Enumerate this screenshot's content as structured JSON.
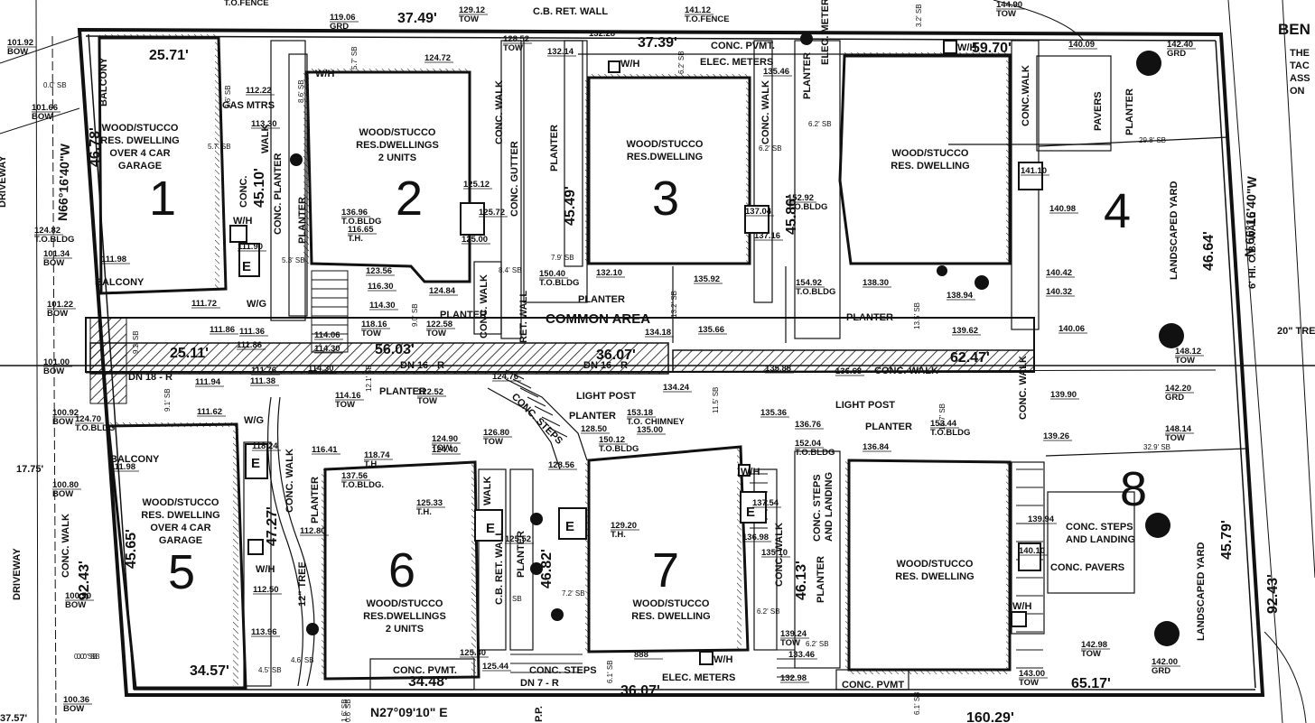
{
  "corner": {
    "title": "BEN",
    "lines": [
      "THE",
      "TAC",
      "ASS",
      "ON"
    ]
  },
  "lots": [
    "1",
    "2",
    "3",
    "4",
    "5",
    "6",
    "7",
    "8"
  ],
  "buildings": {
    "b1": [
      "WOOD/STUCCO",
      "RES. DWELLING",
      "OVER 4 CAR",
      "GARAGE"
    ],
    "b2": [
      "WOOD/STUCCO",
      "RES.DWELLINGS",
      "2 UNITS"
    ],
    "b3": [
      "WOOD/STUCCO",
      "RES.DWELLING"
    ],
    "b4": [
      "WOOD/STUCCO",
      "RES. DWELLING"
    ],
    "b5": [
      "WOOD/STUCCO",
      "RES. DWELLING",
      "OVER 4 CAR",
      "GARAGE"
    ],
    "b6": [
      "WOOD/STUCCO",
      "RES.DWELLINGS",
      "2 UNITS"
    ],
    "b7": [
      "WOOD/STUCCO",
      "RES. DWELLING"
    ],
    "b8": [
      "WOOD/STUCCO",
      "RES. DWELLING"
    ]
  },
  "labels": {
    "balcony": "BALCONY",
    "driveway": "DRIVEWAY",
    "common_area": "COMMON AREA",
    "light_post": "LIGHT POST",
    "planter": "PLANTER",
    "conc_walk": "CONC. WALK",
    "conc_walk2": "CONC.WALK",
    "walk": "WALK",
    "conc_gutter": "CONC. GUTTER",
    "conc_pvmt": "CONC. PVMT.",
    "conc_pvmt2": "CONC. PVMT",
    "pavers": "PAVERS",
    "conc_pavers": "CONC. PAVERS",
    "conc_steps_landing": "CONC. STEPS AND LANDING",
    "conc_steps": "CONC. STEPS",
    "conc_steps_v": "CONC. STEPS",
    "landscaped_yard": "LANDSCAPED YARD",
    "elec_meters": "ELEC. METERS",
    "elec_meters2": "ELEC. METERS",
    "elec_meter_v": "ELEC. METER",
    "gas_mtrs": "GAS MTRS",
    "conc_planter": "CONC. PLANTER",
    "cb_ret_wall_top": "C.B. RET. WALL",
    "cb_ret_wall_v": "C.B. RET. WALL",
    "ret_wall_v": "RET. WALL",
    "wall_6": "6' HI. C.B. WALL",
    "tree_20": "20\" TREE",
    "tree_12": "12\" TREE",
    "tree": "TREE",
    "wh": "W/H",
    "wg": "W/G",
    "th": "T.H.",
    "e": "E",
    "conc": "CONC.",
    "conc_walk_steps": "CONC. STEPS",
    "dn18": "DN 18 - R",
    "dn16a": "DN 16 - R",
    "dn16b": "DN 16 - R",
    "dn7": "DN 7 - R",
    "and_landing": "AND LANDING",
    "landing": "LANDING"
  },
  "bearings": {
    "west": "N66°16'40\"W",
    "east": "N 66°16'40\"W",
    "south": "N27°09'10\" E"
  },
  "dims": {
    "d1": "25.71'",
    "d2": "46.78'",
    "d3": "45.10'",
    "d4": "37.49'",
    "d5": "37.39'",
    "d6": "45.49'",
    "d7": "45.86'",
    "d8": "59.70'",
    "d9": "46.64'",
    "d10": "25.11'",
    "d11": "62.47'",
    "d12": "45.65'",
    "d13": "92.43'",
    "d14": "47.27'",
    "d15": "34.57'",
    "d16": "34.48'",
    "d17": "46.82'",
    "d18": "36.07'",
    "d19": "46.13'",
    "d20": "65.17'",
    "d21": "45.79'",
    "d22": "92.43'",
    "d23": "160.29'",
    "d24": "17.75'",
    "d25": "37.57'",
    "d26": "36.07'",
    "d27": "56.03'"
  },
  "elevations": {
    "e1": [
      "119.06",
      "GRD"
    ],
    "e2": [
      "129.12",
      "TOW"
    ],
    "e3": [
      "141.12",
      "T.O.FENCE"
    ],
    "e4": [
      "144.90",
      "TOW"
    ],
    "e5": [
      "101.92",
      "BOW"
    ],
    "e6": [
      "101.66",
      "BOW"
    ],
    "e7": [
      "124.82",
      "T.O.BLDG"
    ],
    "e8": [
      "101.34",
      "BOW"
    ],
    "e9": [
      "101.22",
      "BOW"
    ],
    "e10": [
      "101.00",
      "BOW"
    ],
    "e11": [
      "100.92",
      "BOW"
    ],
    "e12": [
      "124.70",
      "T.O.BLDG"
    ],
    "e13": [
      "100.80",
      "BOW"
    ],
    "e14": [
      "100.50",
      "BOW"
    ],
    "e15": [
      "100.36",
      "BOW"
    ],
    "e16": [
      "128.52",
      "TOW"
    ],
    "e17": [
      "124.72"
    ],
    "e18": [
      "132.14"
    ],
    "e19": [
      "132.28"
    ],
    "e20": [
      "135.46"
    ],
    "e21": [
      "140.09"
    ],
    "e22": [
      "142.40",
      "GRD"
    ],
    "e23": [
      "112.22"
    ],
    "e24": [
      "113.30"
    ],
    "e25": [
      "136.96",
      "T.O.BLDG"
    ],
    "e26": [
      "116.65",
      "T.H."
    ],
    "e27": [
      "111.90"
    ],
    "e28": [
      "111.98"
    ],
    "e29": [
      "125.12"
    ],
    "e30": [
      "125.72"
    ],
    "e31": [
      "125.00"
    ],
    "e32": [
      "152.92",
      "T.O.BLDG"
    ],
    "e33": [
      "137.04"
    ],
    "e34": [
      "137.16"
    ],
    "e35": [
      "141.10"
    ],
    "e36": [
      "140.98"
    ],
    "e37": [
      "123.56"
    ],
    "e38": [
      "116.30"
    ],
    "e39": [
      "114.30"
    ],
    "e40": [
      "118.16",
      "TOW"
    ],
    "e41": [
      "122.58",
      "TOW"
    ],
    "e42": [
      "124.84"
    ],
    "e43": [
      "150.40",
      "T.O.BLDG"
    ],
    "e44": [
      "132.10"
    ],
    "e45": [
      "135.92"
    ],
    "e46": [
      "154.92",
      "T.O.BLDG"
    ],
    "e47": [
      "138.30"
    ],
    "e48": [
      "138.94"
    ],
    "e49": [
      "140.42"
    ],
    "e50": [
      "140.32"
    ],
    "e51": [
      "111.72"
    ],
    "e52": [
      "111.36"
    ],
    "e53": [
      "111.86"
    ],
    "e54": [
      "111.86"
    ],
    "e55": [
      "114.06"
    ],
    "e56": [
      "114.30"
    ],
    "e57": [
      "134.18"
    ],
    "e58": [
      "135.66"
    ],
    "e59": [
      "139.62"
    ],
    "e60": [
      "140.06"
    ],
    "e61": [
      "148.12",
      "TOW"
    ],
    "e62": [
      "111.76"
    ],
    "e63": [
      "111.38"
    ],
    "e64": [
      "111.94"
    ],
    "e65": [
      "114.30"
    ],
    "e66": [
      "114.16",
      "TOW"
    ],
    "e67": [
      "122.52",
      "TOW"
    ],
    "e68": [
      "124.76"
    ],
    "e69": [
      "134.24"
    ],
    "e70": [
      "135.88"
    ],
    "e71": [
      "136.68"
    ],
    "e72": [
      "139.90"
    ],
    "e73": [
      "142.20",
      "GRD"
    ],
    "e74": [
      "111.62"
    ],
    "e75": [
      "153.18",
      "T.O. CHIMNEY"
    ],
    "e76": [
      "135.36"
    ],
    "e77": [
      "136.76"
    ],
    "e78": [
      "153.44",
      "T.O.BLDG"
    ],
    "e79": [
      "148.14",
      "TOW"
    ],
    "e80": [
      "111.98"
    ],
    "e81": [
      "116.41"
    ],
    "e82": [
      "118.74",
      "T.H."
    ],
    "e83": [
      "137.56",
      "T.O.BLDG."
    ],
    "e84": [
      "124.90",
      "TOW"
    ],
    "e85": [
      "124.40"
    ],
    "e86": [
      "126.80",
      "TOW"
    ],
    "e87": [
      "128.50"
    ],
    "e88": [
      "150.12",
      "T.O.BLDG"
    ],
    "e89": [
      "135.00"
    ],
    "e90": [
      "152.04",
      "T.O.BLDG"
    ],
    "e91": [
      "136.84"
    ],
    "e92": [
      "139.26"
    ],
    "e93": [
      "118.24"
    ],
    "e94": [
      "128.56"
    ],
    "e95": [
      "125.33",
      "T.H."
    ],
    "e96": [
      "129.20",
      "T.H."
    ],
    "e97": [
      "137.54"
    ],
    "e98": [
      "112.80"
    ],
    "e99": [
      "125.52"
    ],
    "e100": [
      "136.98"
    ],
    "e101": [
      "139.94"
    ],
    "e102": [
      "135.10"
    ],
    "e103": [
      "140.10"
    ],
    "e104": [
      "112.50"
    ],
    "e105": [
      "113.96"
    ],
    "e106": [
      "139.24",
      "TOW"
    ],
    "e107": [
      "133.46"
    ],
    "e108": [
      "125.30"
    ],
    "e109": [
      "125.44"
    ],
    "e110": [
      "888"
    ],
    "e111": [
      "132.98"
    ],
    "e112": [
      "143.00",
      "TOW"
    ],
    "e113": [
      "142.98",
      "TOW"
    ],
    "e114": [
      "142.00",
      "GRD"
    ]
  },
  "setbacks": {
    "s1": "0.0' SB",
    "s2": "5.7' SB",
    "s3": "5.7' SB",
    "s4": "5.3' SB",
    "s5": "6.2' SB",
    "s6": "6.2' SB",
    "s7": "6.2' SB",
    "s8": "29.8' SB",
    "s9": "7.9' SB",
    "s10": "8.4' SB",
    "s11": "9.0' SB",
    "s12": "13.2' SB",
    "s13": "13.5' SB",
    "s14": "12.1' SB",
    "s15": "11.5' SB",
    "s16": "13.7' SB",
    "s17": "32.9' SB",
    "s18": "7.2' SB",
    "s19": "4.5' SB",
    "s20": "4.6' SB",
    "s21": "6.2' SB",
    "s22": "6.2' SB",
    "s23": "0.0' SB",
    "s24": "6.1' SB",
    "s25": "3.2' SB",
    "s26": "0.6' SB",
    "s27": "9.2' SB",
    "s28": "9.1' SB",
    "s29": "6.1' SB",
    "s30": "5.6' SB",
    "s31": "8.6' SB",
    "s32": "1.6' SB",
    "s33": "0.0' SB",
    "s34": "SB"
  },
  "fence_top": "T.O.FENCE",
  "pp": "P.P."
}
